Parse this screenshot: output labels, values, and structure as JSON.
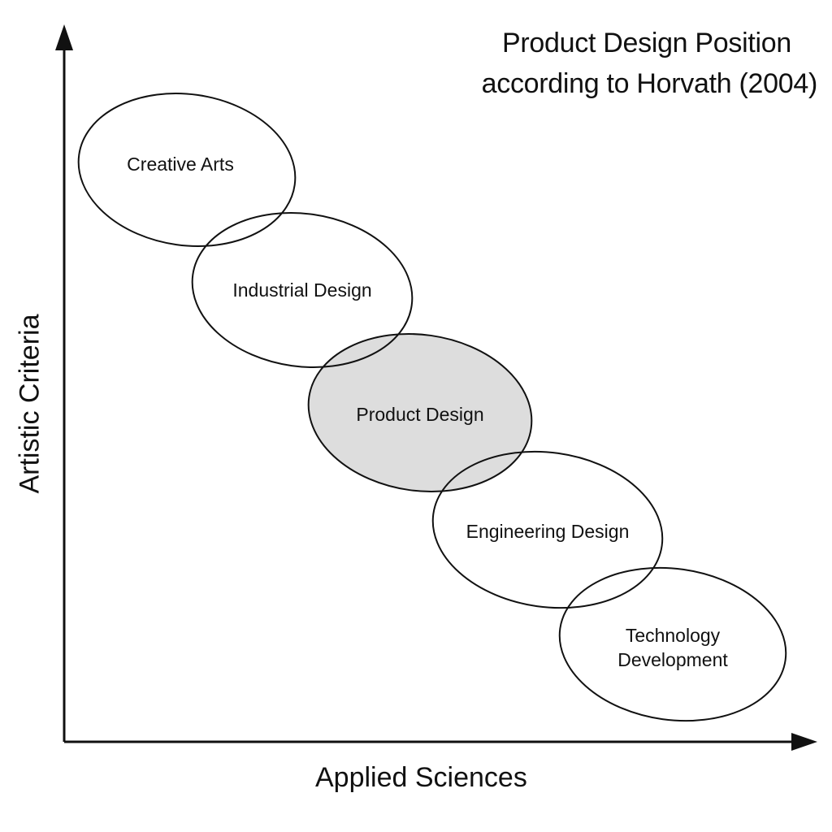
{
  "title": {
    "line1": "Product Design Position",
    "line2": "according to Horvath (2004)"
  },
  "axes": {
    "x_label": "Applied Sciences",
    "y_label": "Artistic Criteria"
  },
  "colors": {
    "stroke": "#111111",
    "highlight_fill": "#dddddd",
    "background": "#ffffff"
  },
  "areas": [
    {
      "id": "creative-arts",
      "lines": [
        "Creative Arts"
      ],
      "highlighted": false
    },
    {
      "id": "industrial-design",
      "lines": [
        "Industrial Design"
      ],
      "highlighted": false
    },
    {
      "id": "product-design",
      "lines": [
        "Product Design"
      ],
      "highlighted": true
    },
    {
      "id": "engineering-design",
      "lines": [
        "Engineering Design"
      ],
      "highlighted": false
    },
    {
      "id": "technology-development",
      "lines": [
        "Technology",
        "Development"
      ],
      "highlighted": false
    }
  ]
}
